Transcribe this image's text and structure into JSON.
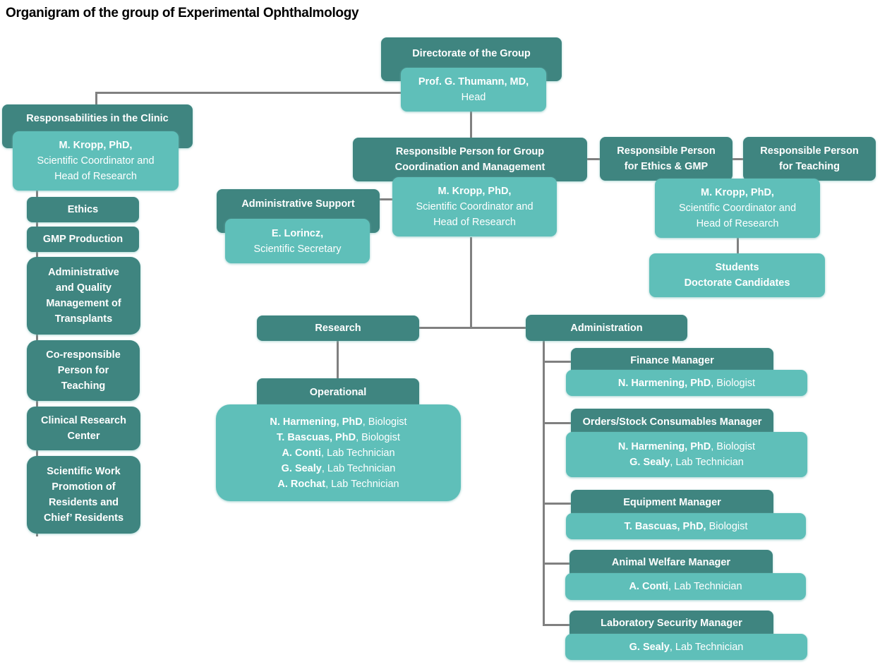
{
  "title": "Organigram of the group of Experimental Ophthalmology",
  "colors": {
    "dark_box": "#3f8580",
    "light_box": "#5fbfb9",
    "connector": "#808080"
  },
  "directorate": {
    "title": "Directorate  of the Group",
    "person_name": "Prof. G. Thumann, MD,",
    "person_role": "Head"
  },
  "clinic": {
    "title": "Responsabilities  in the Clinic",
    "person_name": "M. Kropp, PhD,",
    "person_role_1": "Scientific Coordinator and",
    "person_role_2": "Head of Research",
    "items": [
      {
        "lines": [
          "Ethics"
        ]
      },
      {
        "lines": [
          "GMP Production"
        ]
      },
      {
        "lines": [
          "Administrative",
          "and Quality",
          "Management of",
          "Transplants"
        ]
      },
      {
        "lines": [
          "Co-responsible",
          "Person  for",
          "Teaching"
        ]
      },
      {
        "lines": [
          "Clinical Research",
          "Center"
        ]
      },
      {
        "lines": [
          "Scientific Work",
          "Promotion of",
          "Residents and",
          "Chief’ Residents"
        ]
      }
    ]
  },
  "coordination": {
    "title_1": "Responsible  Person for Group",
    "title_2": "Coordination and Management",
    "person_name": "M. Kropp, PhD,",
    "person_role_1": "Scientific Coordinator and",
    "person_role_2": "Head of Research"
  },
  "admin_support": {
    "title": "Administrative  Support",
    "person_name": "E. Lorincz,",
    "person_role": "Scientific Secretary"
  },
  "ethics_gmp": {
    "title_1": "Responsible  Person",
    "title_2": "for Ethics & GMP"
  },
  "teaching": {
    "title_1": "Responsible  Person",
    "title_2": "for Teaching",
    "person_name": "M. Kropp, PhD,",
    "person_role_1": "Scientific Coordinator and",
    "person_role_2": "Head of Research",
    "students_1": "Students",
    "students_2": "Doctorate Candidates"
  },
  "research": {
    "title": "Research",
    "operational_title": "Operational",
    "members": [
      {
        "name": "N. Harmening,  PhD",
        "role": ", Biologist"
      },
      {
        "name": "T. Bascuas, PhD",
        "role": ", Biologist"
      },
      {
        "name": "A. Conti",
        "role": ", Lab Technician"
      },
      {
        "name": "G. Sealy",
        "role": ", Lab Technician"
      },
      {
        "name": "A. Rochat",
        "role": ", Lab Technician"
      }
    ]
  },
  "administration": {
    "title": "Administration",
    "managers": [
      {
        "title": "Finance Manager",
        "people": [
          {
            "name": "N. Harmening, PhD",
            "role": ", Biologist"
          }
        ]
      },
      {
        "title": "Orders/Stock Consumables Manager",
        "people": [
          {
            "name": "N. Harmening,  PhD",
            "role": ", Biologist"
          },
          {
            "name": "G. Sealy",
            "role": ", Lab Technician"
          }
        ]
      },
      {
        "title": "Equipment Manager",
        "people": [
          {
            "name": "T. Bascuas, PhD,",
            "role": " Biologist"
          }
        ]
      },
      {
        "title": "Animal Welfare  Manager",
        "people": [
          {
            "name": "A. Conti",
            "role": ", Lab Technician"
          }
        ]
      },
      {
        "title": "Laboratory Security Manager",
        "people": [
          {
            "name": "G. Sealy",
            "role": ", Lab Technician"
          }
        ]
      }
    ]
  }
}
